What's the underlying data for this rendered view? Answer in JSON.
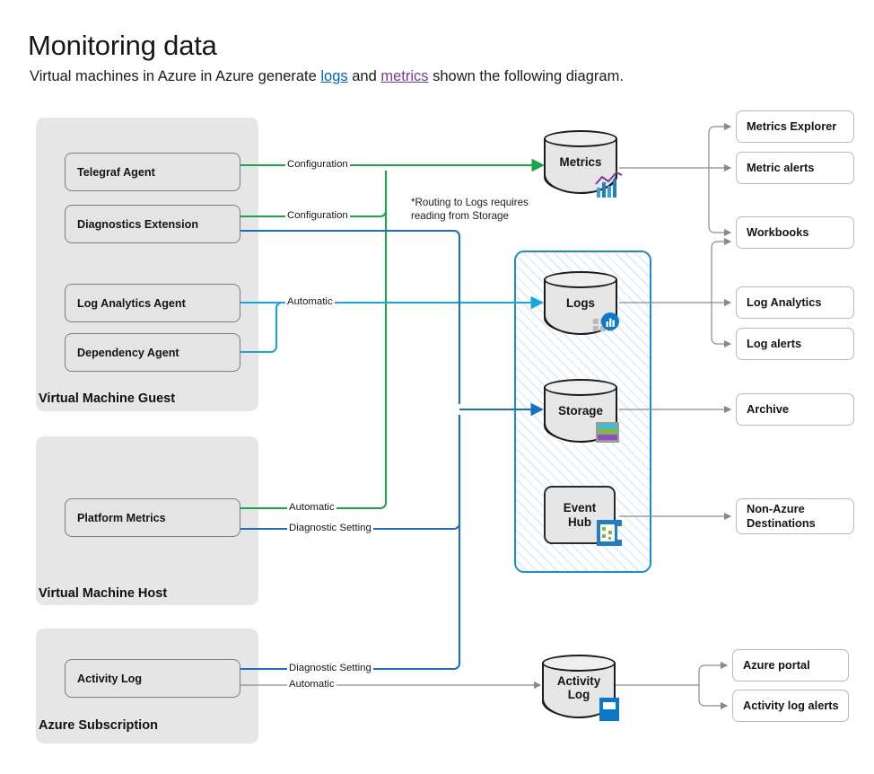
{
  "header": {
    "title": "Monitoring data",
    "paragraph_pre": "Virtual machines in Azure in Azure generate ",
    "link_logs": "logs",
    "paragraph_mid": " and ",
    "link_metrics": "metrics",
    "paragraph_post": " shown the following diagram."
  },
  "colors": {
    "green": "#17a64a",
    "light_blue": "#18a5e6",
    "dark_blue": "#1a6fc4",
    "grey_wire": "#8a8a8a",
    "panel_grey": "#e6e6e6",
    "hatch_border": "#1e8bd6",
    "link_blue": "#0064c8",
    "link_purple": "#7a3b9b"
  },
  "groups": [
    {
      "id": "vm-guest",
      "label": "Virtual Machine Guest"
    },
    {
      "id": "vm-host",
      "label": "Virtual Machine Host"
    },
    {
      "id": "azure-sub",
      "label": "Azure Subscription"
    }
  ],
  "sources": [
    {
      "id": "telegraf-agent",
      "label": "Telegraf Agent"
    },
    {
      "id": "diagnostics-extension",
      "label": "Diagnostics Extension"
    },
    {
      "id": "log-analytics-agent",
      "label": "Log Analytics Agent"
    },
    {
      "id": "dependency-agent",
      "label": "Dependency Agent"
    },
    {
      "id": "platform-metrics",
      "label": "Platform Metrics"
    },
    {
      "id": "activity-log-source",
      "label": "Activity Log"
    }
  ],
  "wire_labels": [
    {
      "id": "cfg-telegraf",
      "text": "Configuration"
    },
    {
      "id": "cfg-diagnostics",
      "text": "Configuration"
    },
    {
      "id": "auto-loganalytics",
      "text": "Automatic"
    },
    {
      "id": "auto-platform",
      "text": "Automatic"
    },
    {
      "id": "diag-platform",
      "text": "Diagnostic Setting"
    },
    {
      "id": "diag-activity",
      "text": "Diagnostic Setting"
    },
    {
      "id": "auto-activity",
      "text": "Automatic"
    }
  ],
  "note": "*Routing to Logs requires\nreading from Storage",
  "stores": [
    {
      "id": "metrics",
      "label": "Metrics",
      "icon": "metrics-chart-icon"
    },
    {
      "id": "logs",
      "label": "Logs",
      "icon": "log-analytics-icon"
    },
    {
      "id": "storage",
      "label": "Storage",
      "icon": "storage-account-icon"
    },
    {
      "id": "event-hub",
      "label": "Event\nHub",
      "icon": "event-hub-icon"
    },
    {
      "id": "activity-log",
      "label": "Activity\nLog",
      "icon": "activity-log-icon"
    }
  ],
  "destinations": [
    {
      "id": "metrics-explorer",
      "label": "Metrics Explorer"
    },
    {
      "id": "metric-alerts",
      "label": "Metric alerts"
    },
    {
      "id": "workbooks",
      "label": "Workbooks"
    },
    {
      "id": "log-analytics",
      "label": "Log Analytics"
    },
    {
      "id": "log-alerts",
      "label": "Log alerts"
    },
    {
      "id": "archive",
      "label": "Archive"
    },
    {
      "id": "non-azure-destinations",
      "label": "Non-Azure\nDestinations"
    },
    {
      "id": "azure-portal",
      "label": "Azure portal"
    },
    {
      "id": "activity-log-alerts",
      "label": "Activity log alerts"
    }
  ]
}
